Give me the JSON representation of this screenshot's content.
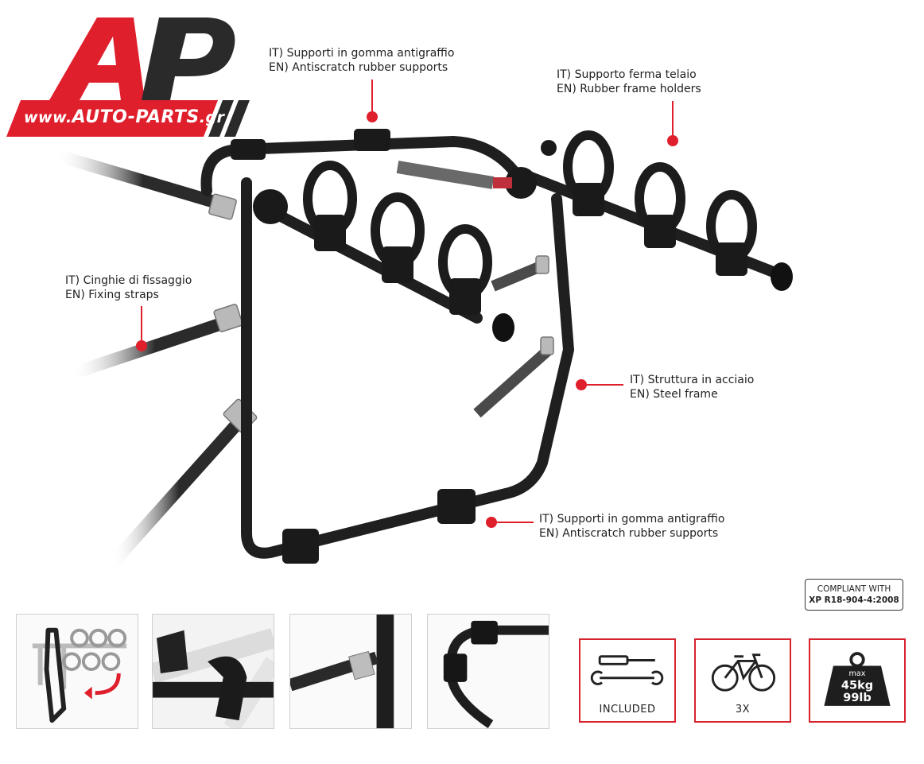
{
  "logo": {
    "letters": "AP",
    "url_prefix": "www.",
    "url_brand": "AUTO-PARTS",
    "url_suffix": ".gr",
    "red": "#e01f2d",
    "dark": "#2a2a2a"
  },
  "callouts": [
    {
      "it": "IT) Supporti in gomma antigraffio",
      "en": "EN) Antiscratch rubber supports"
    },
    {
      "it": "IT) Supporto ferma telaio",
      "en": "EN) Rubber frame holders"
    },
    {
      "it": "IT) Cinghie di fissaggio",
      "en": "EN) Fixing straps"
    },
    {
      "it": "IT) Struttura in acciaio",
      "en": "EN) Steel frame"
    },
    {
      "it": "IT) Supporti in gomma antigraffio",
      "en": "EN) Antiscratch rubber supports"
    }
  ],
  "compliance": {
    "line1": "COMPLIANT WITH",
    "line2": "XP R18-904-4:2008"
  },
  "features": [
    {
      "label": "INCLUDED",
      "icon": "tools-icon"
    },
    {
      "label": "3X",
      "icon": "bicycle-icon"
    },
    {
      "max": "max",
      "kg": "45kg",
      "lb": "99lb",
      "icon": "weight-icon"
    }
  ],
  "thumbnails": [
    "rack-folding-thumbnail",
    "bike-holder-thumbnail",
    "strap-buckle-thumbnail",
    "frame-support-thumbnail"
  ]
}
